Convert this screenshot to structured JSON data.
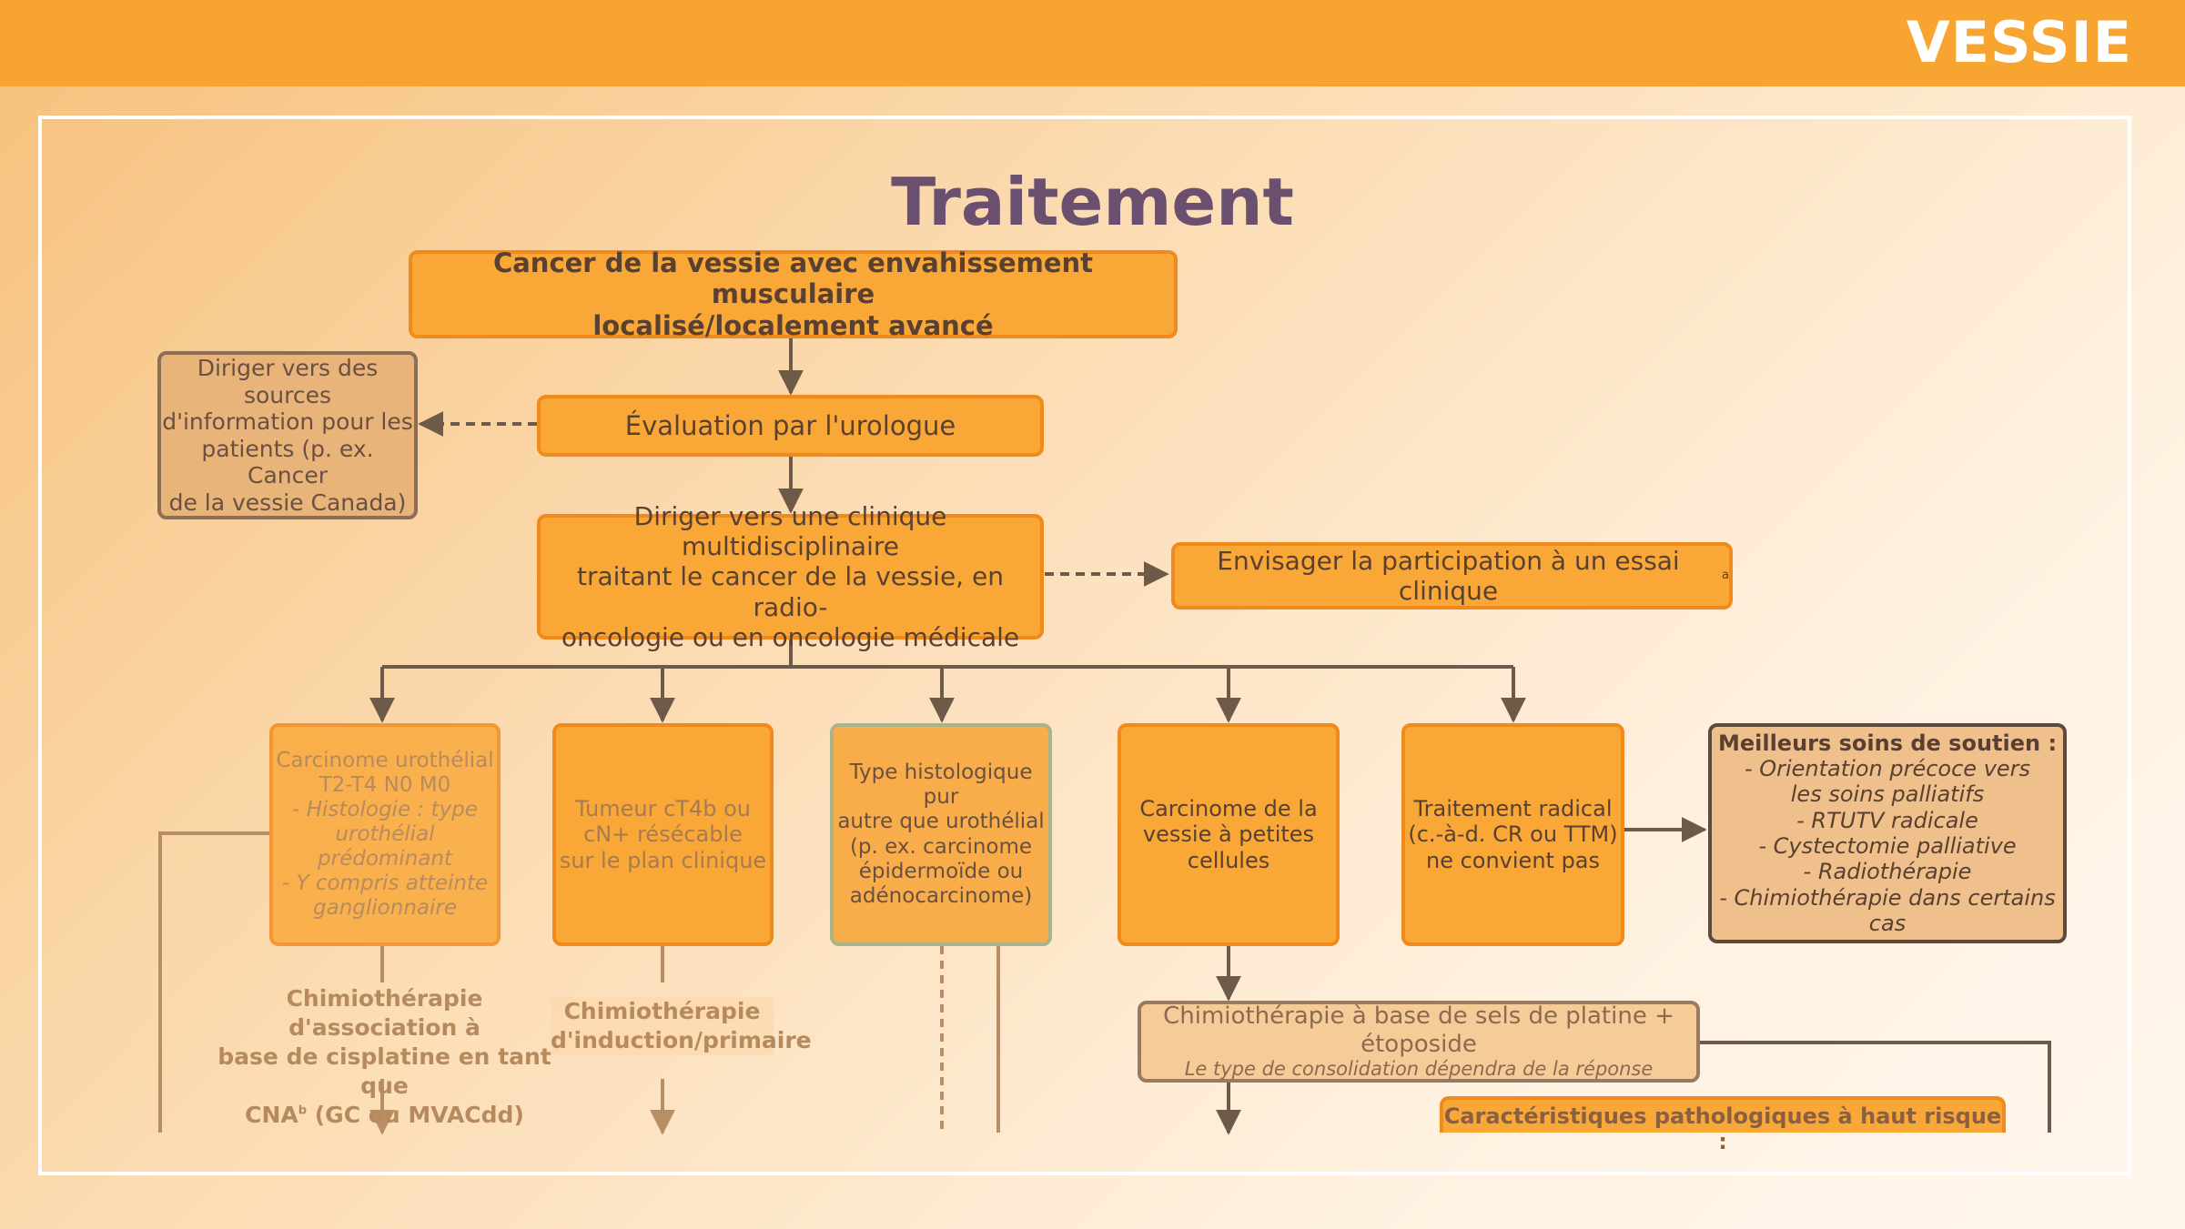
{
  "header": {
    "label": "VESSIE"
  },
  "title": "Traitement",
  "boxes": {
    "top": {
      "lines": [
        "Cancer de la vessie avec envahissement musculaire",
        "localisé/localement avancé"
      ]
    },
    "info": {
      "lines": [
        "Diriger vers des sources",
        "d'information pour les",
        "patients (p. ex. Cancer",
        "de la vessie Canada)"
      ]
    },
    "urologist": {
      "text": "Évaluation par l'urologue"
    },
    "clinic": {
      "lines": [
        "Diriger vers une clinique multidisciplinaire",
        "traitant le cancer de la vessie, en radio-",
        "oncologie ou en oncologie médicale"
      ]
    },
    "trial": {
      "text": "Envisager la participation à un essai clinique",
      "sup": "a"
    },
    "b1": {
      "lines": [
        "Carcinome urothélial",
        "T2-T4 N0 M0"
      ],
      "italic_lines": [
        "- Histologie : type",
        "urothélial prédominant",
        "- Y compris atteinte",
        "ganglionnaire"
      ]
    },
    "b2": {
      "lines": [
        "Tumeur cT4b ou",
        "cN+ résécable",
        "sur le plan clinique"
      ]
    },
    "b3": {
      "lines": [
        "Type histologique pur",
        "autre que urothélial",
        "(p. ex. carcinome",
        "épidermoïde ou",
        "adénocarcinome)"
      ]
    },
    "b4": {
      "lines": [
        "Carcinome de la",
        "vessie à petites",
        "cellules"
      ]
    },
    "b5": {
      "lines": [
        "Traitement radical",
        "(c.-à-d. CR ou TTM)",
        "ne convient pas"
      ]
    },
    "support": {
      "heading": "Meilleurs soins de soutien :",
      "items": [
        "- Orientation précoce vers",
        "les soins palliatifs",
        "- RTUTV radicale",
        "- Cystectomie palliative",
        "- Radiothérapie",
        "- Chimiothérapie dans certains cas"
      ]
    },
    "chemo_small": {
      "text": "Chimiothérapie à base de sels de platine + étoposide",
      "italic": "Le type de consolidation dépendra de la réponse"
    },
    "high_risk": {
      "text": "Caractéristiques pathologiques à haut risque :"
    }
  },
  "captions": {
    "c1": {
      "lines": [
        "Chimiothérapie d'association à",
        "base de cisplatine en tant que",
        "CNA"
      ],
      "sup": "b",
      "tail": " (GC ou MVACdd)"
    },
    "c2": {
      "lines": [
        "Chimiothérapie",
        "d'induction/primaire"
      ]
    }
  },
  "colors": {
    "orange": "#f7a530",
    "arrow": "#6e5a48",
    "faded_arrow": "#b88e66"
  }
}
